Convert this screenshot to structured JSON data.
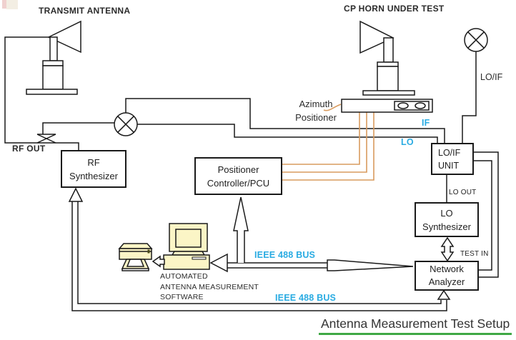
{
  "page": {
    "title": "Antenna Measurement Test Setup"
  },
  "labels": {
    "transmit_antenna": "TRANSMIT ANTENNA",
    "cp_horn": "CP HORN UNDER TEST",
    "azimuth_line1": "Azimuth",
    "azimuth_line2": "Positioner",
    "rf_out": "RF OUT",
    "lo_if_port": "LO/IF",
    "if_signal": "IF",
    "lo_signal": "LO",
    "lo_out": "LO OUT",
    "test_in": "TEST IN",
    "ieee_bus_top": "IEEE 488 BUS",
    "ieee_bus_bottom": "IEEE 488 BUS",
    "software_line1": "AUTOMATED",
    "software_line2": "ANTENNA MEASUREMENT",
    "software_line3": "SOFTWARE"
  },
  "boxes": {
    "rf_synthesizer": {
      "line1": "RF",
      "line2": "Synthesizer"
    },
    "positioner_controller": {
      "line1": "Positioner",
      "line2": "Controller/PCU"
    },
    "lo_if_unit": {
      "line1": "LO/IF",
      "line2": "UNIT"
    },
    "lo_synthesizer": {
      "line1": "LO",
      "line2": "Synthesizer"
    },
    "network_analyzer": {
      "line1": "Network",
      "line2": "Analyzer"
    }
  },
  "colors": {
    "wire": "#1a1a1a",
    "signal_label": "#29ABE2",
    "control_wire": "#D99B5E",
    "device_fill": "#FBF5C6",
    "title_text": "#333333",
    "title_underline": "#3FA845"
  }
}
